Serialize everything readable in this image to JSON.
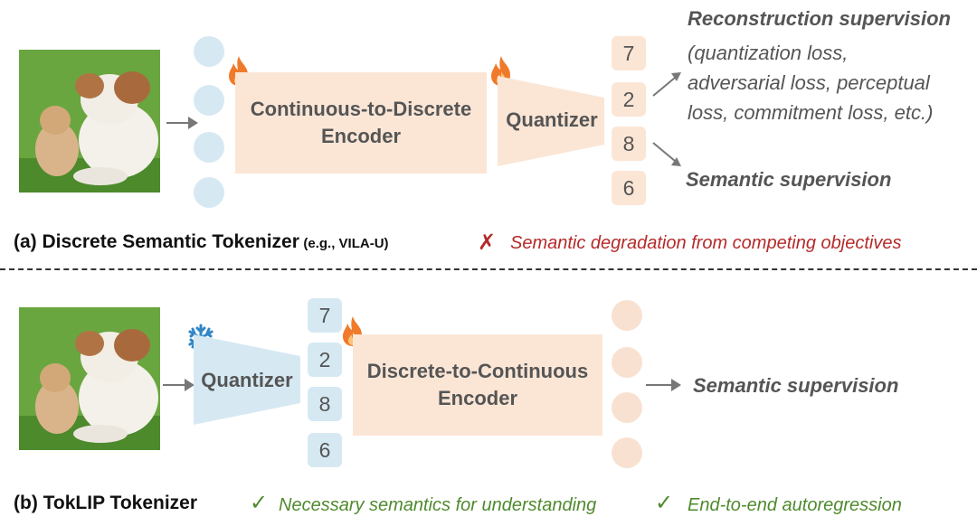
{
  "panel_a": {
    "encoder_label_line1": "Continuous-to-Discrete",
    "encoder_label_line2": "Encoder",
    "quantizer_label": "Quantizer",
    "tokens": [
      "7",
      "2",
      "8",
      "6"
    ],
    "reconstruction_title": "Reconstruction supervision",
    "reconstruction_lines": [
      "(quantization loss,",
      "adversarial loss, perceptual",
      "loss, commitment loss, etc.)"
    ],
    "semantic_label": "Semantic supervision",
    "caption_main": "(a) Discrete Semantic Tokenizer",
    "caption_eg": "(e.g., VILA-U)",
    "cross_mark": "✗",
    "drawback": "Semantic degradation from competing objectives"
  },
  "panel_b": {
    "quantizer_label": "Quantizer",
    "tokens": [
      "7",
      "2",
      "8",
      "6"
    ],
    "encoder_label_line1": "Discrete-to-Continuous",
    "encoder_label_line2": "Encoder",
    "semantic_label": "Semantic supervision",
    "caption_main": "(b) TokLIP Tokenizer",
    "check_mark": "✓",
    "benefit_1": "Necessary semantics for understanding",
    "benefit_2": "End-to-end autoregression"
  },
  "colors": {
    "peach": "#fbe6d6",
    "light_blue": "#d6e9f3",
    "flame": "#f07a2a",
    "snowflake": "#2f86c6",
    "red_text": "#b52a2a",
    "green_text": "#4f8a2e"
  },
  "icons": {
    "trainable": "flame-icon",
    "frozen": "snowflake-icon",
    "arrow": "arrow-right-icon"
  }
}
